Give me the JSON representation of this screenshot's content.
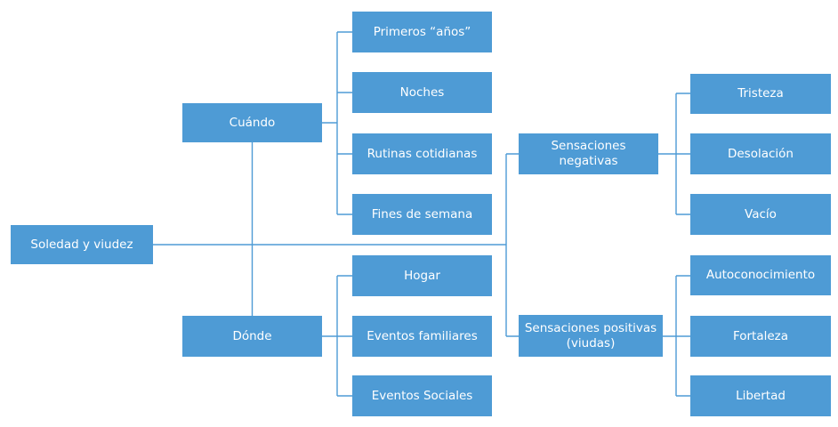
{
  "diagram": {
    "type": "hierarchy-chart",
    "root": {
      "label": "Soledad y viudez"
    },
    "branches": [
      {
        "label": "Cuándo",
        "children": [
          "Primeros “años”",
          "Noches",
          "Rutinas cotidianas",
          "Fines de semana"
        ]
      },
      {
        "label": "Dónde",
        "children": [
          "Hogar",
          "Eventos familiares",
          "Eventos Sociales"
        ]
      },
      {
        "label": "Sensaciones\nnegativas",
        "children": [
          "Tristeza",
          "Desolación",
          "Vacío"
        ]
      },
      {
        "label": "Sensaciones positivas\n(viudas)",
        "children": [
          "Autoconocimiento",
          "Fortaleza",
          "Libertad"
        ]
      }
    ],
    "colors": {
      "node_fill": "#4E9BD5",
      "node_text": "#FFFFFF",
      "connector": "#4E9BD5",
      "background": "#FFFFFF"
    }
  }
}
